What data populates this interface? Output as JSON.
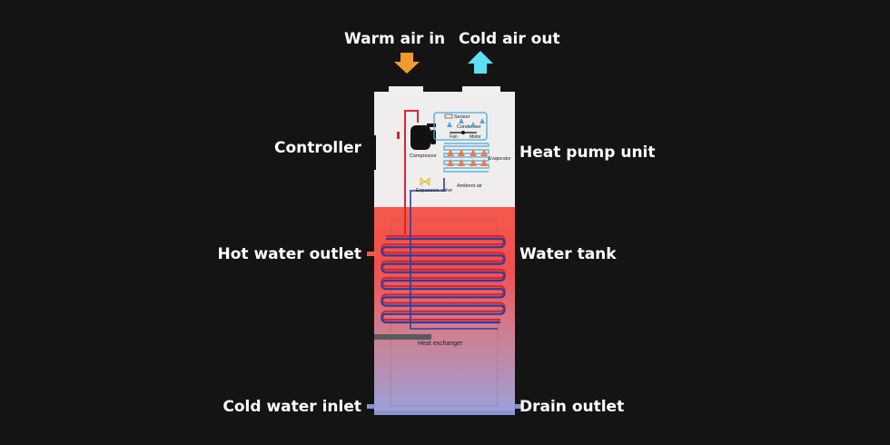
{
  "labels": {
    "warm_air_in": "Warm air in",
    "cold_air_out": "Cold air out",
    "controller": "Controller",
    "heat_pump_unit": "Heat pump unit",
    "hot_water_outlet": "Hot water outlet",
    "water_tank": "Water tank",
    "cold_water_inlet": "Cold water inlet",
    "drain_outlet": "Drain outlet"
  },
  "inner_labels": {
    "sensor": "Sensor",
    "condenser": "Condenser",
    "fan": "Fan",
    "motor": "Motor",
    "compressor": "Compressor",
    "evaporator": "Evaporator",
    "expansion_valve": "Expansion valve",
    "ambient_air": "Ambient air",
    "heat_exchanger": "Heat exchanger"
  },
  "colors": {
    "background": "#141414",
    "warm_arrow": "#f39a2c",
    "cold_arrow": "#5fe0f2",
    "hot_pipe": "#d8262b",
    "cold_pipe": "#2c3e9e",
    "refrigerant_line": "#4aa9d8"
  }
}
